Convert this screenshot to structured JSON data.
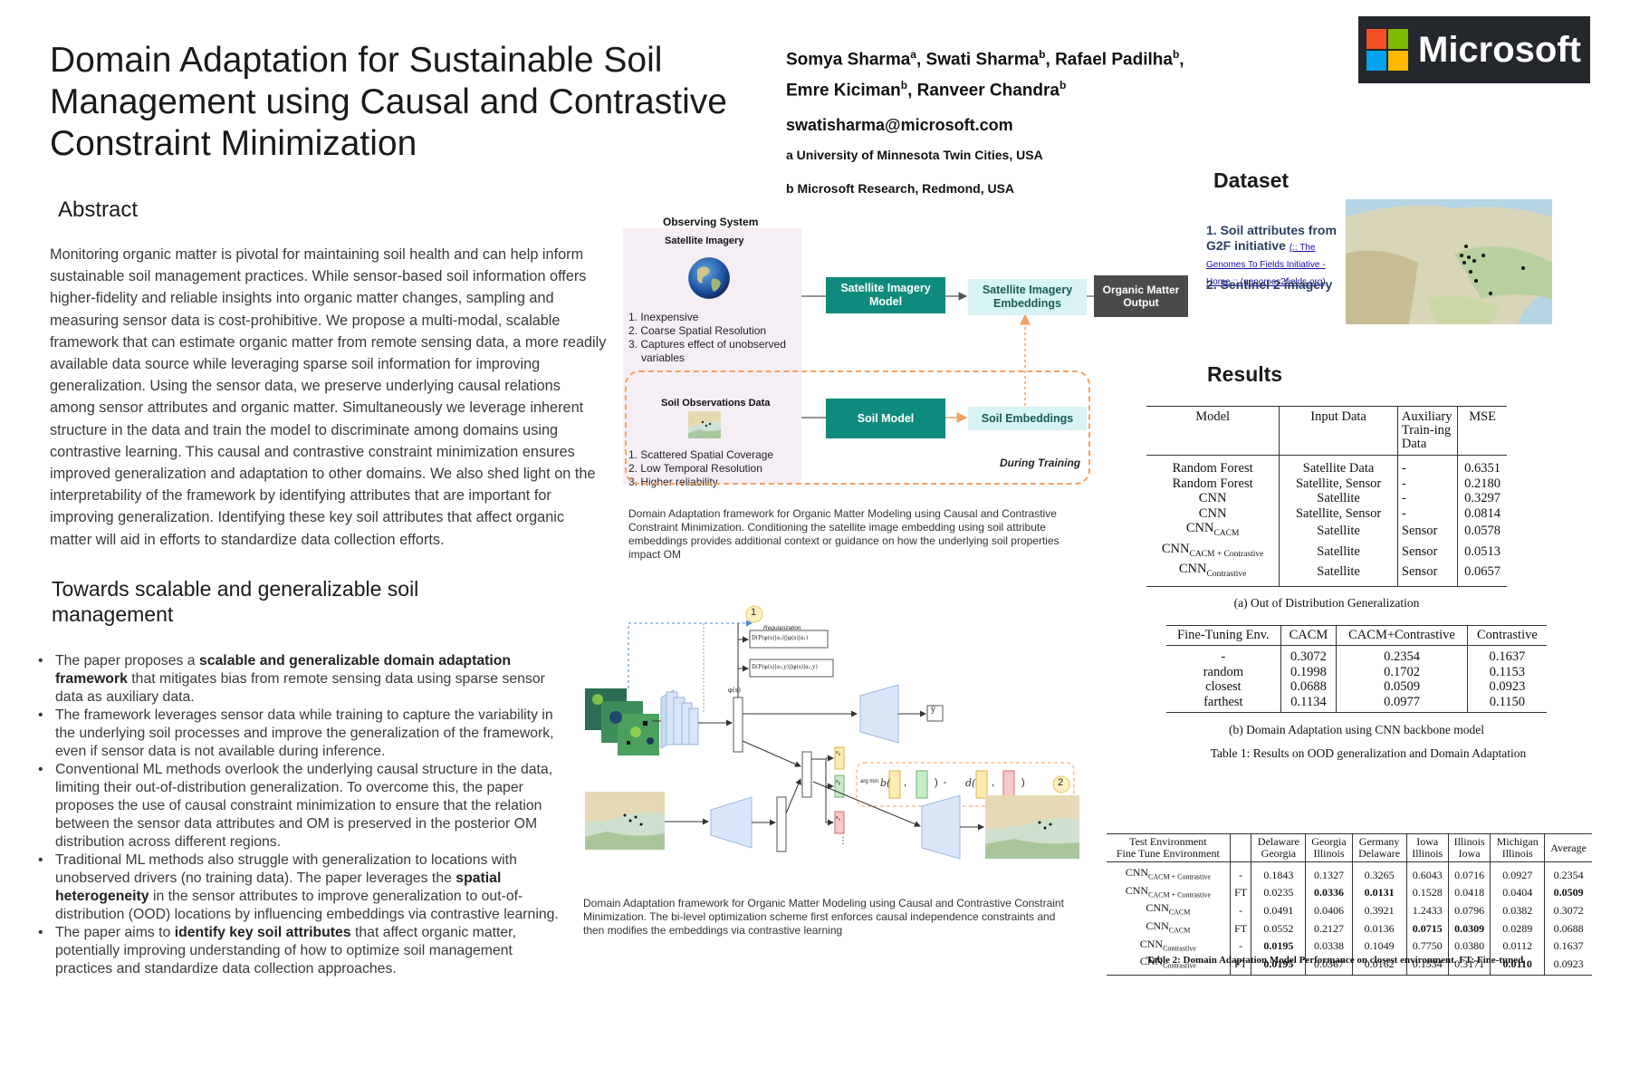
{
  "header": {
    "title": "Domain Adaptation for Sustainable Soil Management using Causal and Contrastive Constraint Minimization",
    "authors_line1": [
      {
        "name": "Somya Sharma",
        "sup": "a"
      },
      {
        "name": "Swati Sharma",
        "sup": "b"
      },
      {
        "name": "Rafael Padilha",
        "sup": "b"
      }
    ],
    "authors_line2": [
      {
        "name": "Emre Kiciman",
        "sup": "b"
      },
      {
        "name": "Ranveer Chandra",
        "sup": "b"
      }
    ],
    "email": "swatisharma@microsoft.com",
    "affiliation_a": "a University of Minnesota Twin Cities, USA",
    "affiliation_b": "b Microsoft Research, Redmond, USA",
    "logo_text": "Microsoft",
    "logo_colors": [
      "#f25022",
      "#7fba00",
      "#00a4ef",
      "#ffb900"
    ]
  },
  "abstract": {
    "heading": "Abstract",
    "text": "Monitoring organic matter is pivotal for maintaining soil health and can help inform sustainable soil management practices. While sensor-based soil information offers higher-fidelity and reliable insights into organic matter changes, sampling and measuring sensor data is cost-prohibitive. We propose a multi-modal, scalable framework that can estimate organic matter from remote sensing data, a more readily available data source while leveraging sparse soil information for improving generalization. Using the sensor data, we preserve underlying causal relations among sensor attributes and organic matter. Simultaneously we leverage inherent structure in the data and train the model to discriminate among domains using contrastive learning. This causal and contrastive constraint minimization ensures improved generalization and adaptation to other domains. We also shed light on the interpretability of the framework by identifying attributes that are important for improving generalization. Identifying these key soil attributes that affect organic matter will aid in efforts to standardize data collection efforts."
  },
  "towards": {
    "heading": "Towards scalable and generalizable soil management",
    "bullets": [
      {
        "pre": "The paper proposes a ",
        "bold": "scalable and generalizable domain adaptation framework",
        "post": " that mitigates bias from remote sensing data using sparse sensor data as auxiliary data."
      },
      {
        "pre": "The framework leverages sensor data while training to capture the variability in the underlying soil processes and improve the generalization of the framework, even if sensor data is not available during inference.",
        "bold": "",
        "post": ""
      },
      {
        "pre": "Conventional ML methods overlook the underlying causal structure in the data, limiting their out-of-distribution generalization. To overcome this, the paper proposes the use of causal constraint minimization to ensure that the relation between the sensor data attributes and OM is preserved in the posterior OM distribution across different regions.",
        "bold": "",
        "post": ""
      },
      {
        "pre": "Traditional ML methods also struggle with generalization to locations with unobserved drivers (no training data). The paper leverages the ",
        "bold": "spatial heterogeneity",
        "post": " in the sensor attributes to improve generalization to out-of-distribution (OOD) locations by influencing embeddings via contrastive learning."
      },
      {
        "pre": "The paper aims to ",
        "bold": "identify key soil attributes",
        "post": " that affect organic matter, potentially improving understanding of how to optimize soil management practices and standardize data collection approaches."
      }
    ]
  },
  "figure1": {
    "observing_title": "Observing System",
    "satellite_label": "Satellite Imagery",
    "satellite_list": [
      "Inexpensive",
      "Coarse Spatial Resolution",
      "Captures effect of unobserved variables"
    ],
    "soil_obs_label": "Soil Observations Data",
    "soil_list": [
      "Scattered Spatial Coverage",
      "Low Temporal Resolution",
      "Higher reliability"
    ],
    "sat_model": "Satellite Imagery Model",
    "sat_emb": "Satellite Imagery Embeddings",
    "om_output": "Organic Matter Output",
    "soil_model": "Soil Model",
    "soil_emb": "Soil Embeddings",
    "during_training": "During Training",
    "caption": "Domain Adaptation framework for Organic Matter Modeling using Causal and Contrastive Constraint Minimization. Conditioning the satellite image embedding using soil attribute embeddings provides additional context or guidance on how the underlying soil properties impact OM"
  },
  "figure2": {
    "badge1": "1",
    "badge2": "2",
    "regularization": "Regularization",
    "eq1": "D(P(φ(s)|a₁)||φ(s)|a₁)",
    "eq2": "D(P(φ(s)|a₁,y)||φ(s)|a₁,y)",
    "phi": "φ(s)",
    "yhat": "ŷ",
    "argmin": "arg min",
    "b_label": "b",
    "d_label": "d",
    "caption": "Domain Adaptation framework for Organic Matter Modeling using Causal and Contrastive Constraint Minimization. The bi-level optimization scheme first enforces causal independence constraints and then modifies the embeddings via contrastive learning"
  },
  "dataset": {
    "heading": "Dataset",
    "item1": "1. Soil attributes from G2F initiative",
    "item1_link": "(:: The Genomes To Fields Initiative - Home :: (genomes2fields.org)",
    "item2": "2. Sentinel 2 imagery"
  },
  "results": {
    "heading": "Results",
    "table1a": {
      "headers": [
        "Model",
        "Input Data",
        "Auxiliary Train-ing Data",
        "MSE"
      ],
      "rows": [
        {
          "model": "Random Forest",
          "sub": "",
          "input": "Satellite Data",
          "aux": "-",
          "mse": "0.6351"
        },
        {
          "model": "Random Forest",
          "sub": "",
          "input": "Satellite, Sensor",
          "aux": "-",
          "mse": "0.2180"
        },
        {
          "model": "CNN",
          "sub": "",
          "input": "Satellite",
          "aux": "-",
          "mse": "0.3297"
        },
        {
          "model": "CNN",
          "sub": "",
          "input": "Satellite, Sensor",
          "aux": "-",
          "mse": "0.0814"
        },
        {
          "model": "CNN",
          "sub": "CACM",
          "input": "Satellite",
          "aux": "Sensor",
          "mse": "0.0578"
        },
        {
          "model": "CNN",
          "sub": "CACM + Contrastive",
          "input": "Satellite",
          "aux": "Sensor",
          "mse": "0.0513"
        },
        {
          "model": "CNN",
          "sub": "Contrastive",
          "input": "Satellite",
          "aux": "Sensor",
          "mse": "0.0657"
        }
      ],
      "caption": "(a) Out of Distribution Generalization"
    },
    "table1b": {
      "headers": [
        "Fine-Tuning Env.",
        "CACM",
        "CACM+Contrastive",
        "Contrastive"
      ],
      "rows": [
        [
          "-",
          "0.3072",
          "0.2354",
          "0.1637"
        ],
        [
          "random",
          "0.1998",
          "0.1702",
          "0.1153"
        ],
        [
          "closest",
          "0.0688",
          "0.0509",
          "0.0923"
        ],
        [
          "farthest",
          "0.1134",
          "0.0977",
          "0.1150"
        ]
      ],
      "caption": "(b) Domain Adaptation using CNN backbone model",
      "table_caption": "Table 1: Results on OOD generalization and Domain Adaptation"
    },
    "table2": {
      "head_left_1": "Test Environment",
      "head_left_2": "Fine Tune Environment",
      "cols": [
        {
          "top": "Delaware",
          "bottom": "Georgia"
        },
        {
          "top": "Georgia",
          "bottom": "Illinois"
        },
        {
          "top": "Germany",
          "bottom": "Delaware"
        },
        {
          "top": "Iowa",
          "bottom": "Illinois"
        },
        {
          "top": "Illinois",
          "bottom": "Iowa"
        },
        {
          "top": "Michigan",
          "bottom": "Illinois"
        }
      ],
      "avg_label": "Average",
      "rows": [
        {
          "model": "CNN",
          "sub": "CACM + Contrastive",
          "ft": "-",
          "vals": [
            "0.1843",
            "0.1327",
            "0.3265",
            "0.6043",
            "0.0716",
            "0.0927",
            "0.2354"
          ],
          "bold": []
        },
        {
          "model": "CNN",
          "sub": "CACM + Contrastive",
          "ft": "FT",
          "vals": [
            "0.0235",
            "0.0336",
            "0.0131",
            "0.1528",
            "0.0418",
            "0.0404",
            "0.0509"
          ],
          "bold": [
            1,
            2,
            6
          ]
        },
        {
          "model": "CNN",
          "sub": "CACM",
          "ft": "-",
          "vals": [
            "0.0491",
            "0.0406",
            "0.3921",
            "1.2433",
            "0.0796",
            "0.0382",
            "0.3072"
          ],
          "bold": []
        },
        {
          "model": "CNN",
          "sub": "CACM",
          "ft": "FT",
          "vals": [
            "0.0552",
            "0.2127",
            "0.0136",
            "0.0715",
            "0.0309",
            "0.0289",
            "0.0688"
          ],
          "bold": [
            3,
            4
          ]
        },
        {
          "model": "CNN",
          "sub": "Contrastive",
          "ft": "-",
          "vals": [
            "0.0195",
            "0.0338",
            "0.1049",
            "0.7750",
            "0.0380",
            "0.0112",
            "0.1637"
          ],
          "bold": [
            0
          ]
        },
        {
          "model": "CNN",
          "sub": "Contrastive",
          "ft": "FT",
          "vals": [
            "0.0195",
            "0.0367",
            "0.0162",
            "0.1534",
            "0.3171",
            "0.0110",
            "0.0923"
          ],
          "bold": [
            0,
            5
          ]
        }
      ],
      "caption": "Table 2: Domain Adaptation Model Performance on closest environment. FT: Fine-tuned"
    }
  }
}
